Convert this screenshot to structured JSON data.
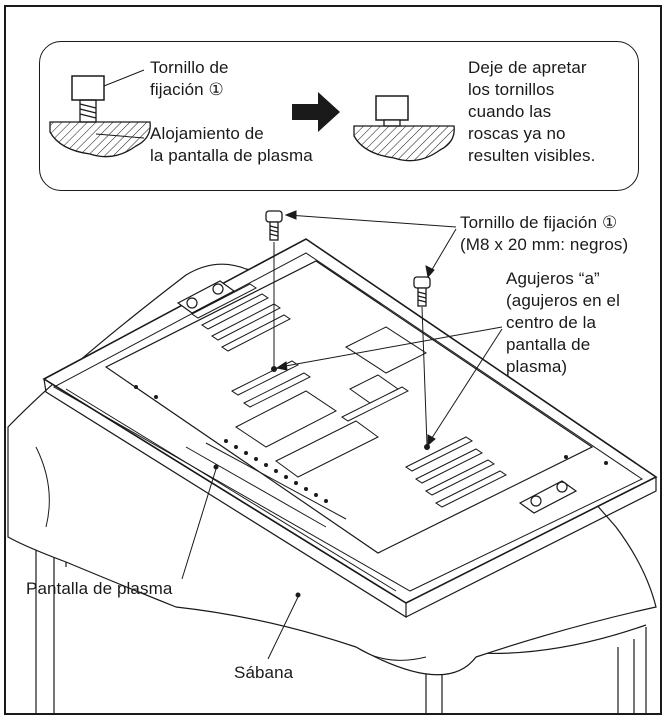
{
  "inset": {
    "screw_label_line1": "Tornillo de",
    "screw_label_line2": "fijación ①",
    "housing_label_line1": "Alojamiento de",
    "housing_label_line2": "la pantalla de plasma",
    "instruction_line1": "Deje de apretar",
    "instruction_line2": "los tornillos",
    "instruction_line3": "cuando las",
    "instruction_line4": "roscas ya no",
    "instruction_line5": "resulten visibles."
  },
  "main": {
    "screw_callout_line1": "Tornillo de fijación ①",
    "screw_callout_line2": "(M8 x 20 mm: negros)",
    "holes_line1": "Agujeros “a”",
    "holes_line2": "(agujeros en el",
    "holes_line3": "centro de la",
    "holes_line4": "pantalla de",
    "holes_line5": "plasma)",
    "plasma_label": "Pantalla de plasma",
    "sheet_label": "Sábana"
  }
}
